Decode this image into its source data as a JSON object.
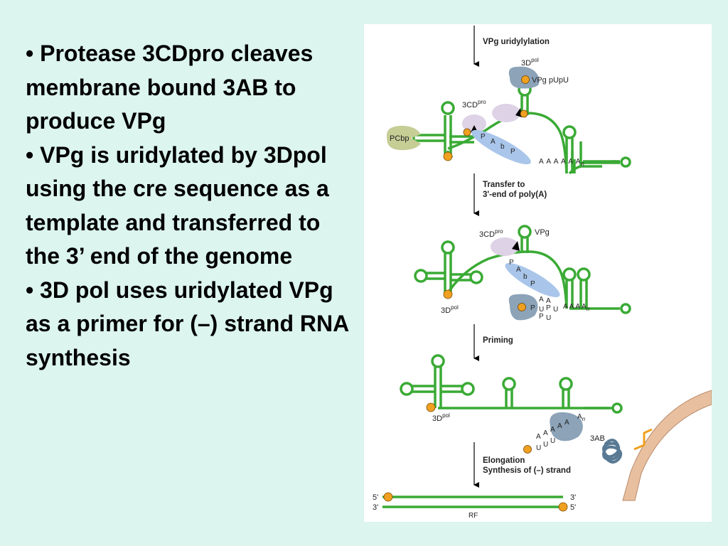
{
  "bullets": [
    "• Protease 3CDpro cleaves membrane bound 3AB to produce VPg",
    "• VPg is uridylated by 3Dpol using the cre sequence as a template and transferred to the 3’ end of the genome",
    "• 3D pol uses uridylated VPg as a primer for (–) strand RNA synthesis"
  ],
  "diagram": {
    "steps": {
      "s1": "VPg uridylylation",
      "s2a": "Transfer to",
      "s2b": "3'-end of poly(A)",
      "s3": "Priming",
      "s4a": "Elongation",
      "s4b": "Synthesis of (–) strand"
    },
    "labels": {
      "pol_base": "3D",
      "pol_sup": "pol",
      "pro_base": "3CD",
      "pro_sup": "pro",
      "vpg_pupu": "VPg pUpU",
      "vpg": "VPg",
      "pcbp": "PCbp",
      "pabp_p1": "P",
      "pabp_a": "A",
      "pabp_b": "b",
      "pabp_p2": "P",
      "polya": "A A A A A A",
      "an": "n",
      "u": "U",
      "p": "P",
      "a": "A",
      "three_ab": "3AB",
      "five_prime": "5'",
      "three_prime": "3'",
      "rf": "RF"
    },
    "colors": {
      "rna": "#3aaa35",
      "vpg": "#f0a020",
      "pol": "#8ca3b8",
      "pro": "#ddd2e6",
      "pcbp": "#c6cd95",
      "pabp": "#a9c5ea",
      "membrane": "#e8c0a0",
      "protein3ab": "#5a7a94"
    }
  }
}
